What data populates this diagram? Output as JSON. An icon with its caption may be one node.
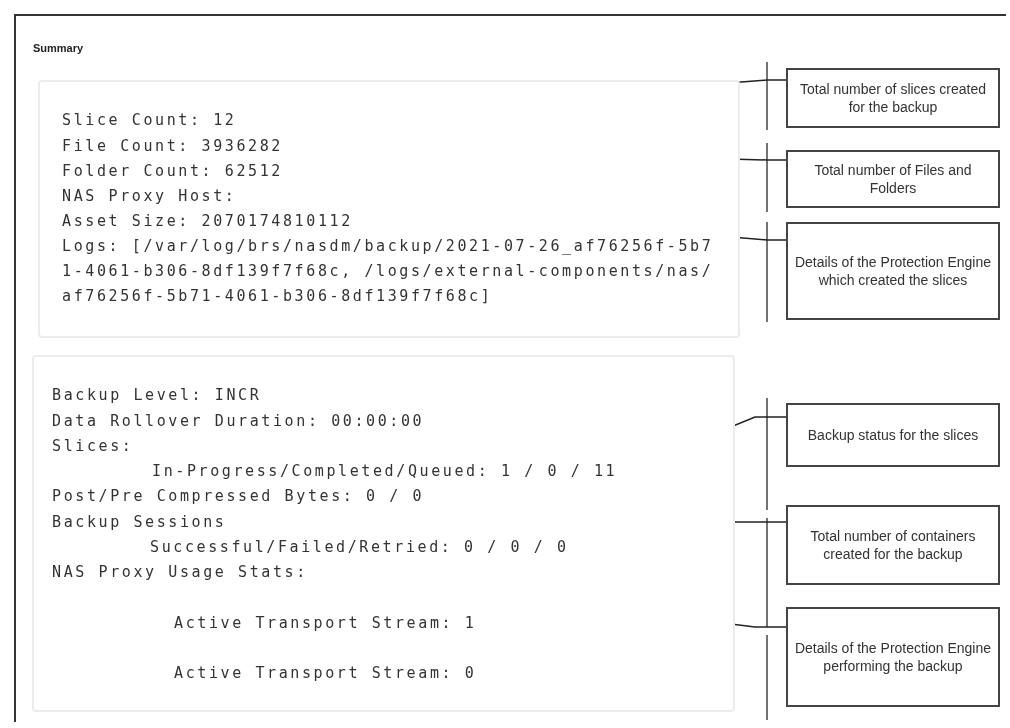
{
  "diagram": {
    "nodes": [
      {
        "text": [],
        "shape": "box"
      },
      {
        "text": [
          "Slice Count: 12"
        ],
        "in": 0
      },
      {
        "text": [
          "File Count: 3936282"
        ],
        "in": 0
      },
      {
        "text": [
          "Folder Count: 62512"
        ],
        "in": 0
      },
      {
        "text": [
          "NAS Proxy Host:"
        ],
        "in": 0
      },
      {
        "text": [
          "Asset Size: 2070174810112"
        ],
        "in": 0
      },
      {
        "text": [
          "Logs: [/var/log/brs/nasdm/backup/2021-07-26_af76256f-5b71-4061-b306-8df139f7f68c, /logs/external-components/nas/af76256f-5b71-4061-b306-8df139f7f68c]"
        ],
        "in": 0
      },
      {
        "text": [],
        "shape": "box"
      },
      {
        "text": [
          "Backup Level: INCR"
        ],
        "in": 7
      },
      {
        "text": [
          "Data Rollover Duration: 00:00:00"
        ],
        "in": 7
      },
      {
        "text": [
          "Slices:"
        ],
        "in": 7
      },
      {
        "text": [
          "In-Progress/Completed/Queued: 1 / 0 / 11"
        ],
        "in": 7
      },
      {
        "text": [
          "Post/Pre Compressed Bytes: 0 / 0"
        ],
        "in": 7
      },
      {
        "text": [
          "Backup Sessions"
        ],
        "in": 7
      },
      {
        "text": [
          "Successful/Failed/Retried: 0 / 0 / 0"
        ],
        "in": 7
      },
      {
        "text": [
          "NAS Proxy Usage Stats:"
        ],
        "in": 7
      },
      {
        "text": [
          "Active Transport Stream: 1"
        ],
        "in": 7
      },
      {
        "text": [
          "Active Transport Stream: 0"
        ],
        "in": 7
      },
      {
        "text": [
          "Total number of slices created for the backup"
        ]
      },
      {
        "text": [
          "Total number of Files and Folders"
        ]
      },
      {
        "text": [
          "Details of the Protection Engine which created the slices"
        ]
      },
      {
        "text": [
          "Backup status for the slices"
        ]
      },
      {
        "text": [
          "Total number of containers created for the backup"
        ]
      },
      {
        "text": [
          "Details of the Protection Engine performing the backup"
        ]
      }
    ],
    "edges": [
      {
        "from": 1,
        "to": 18,
        "arrow": "none"
      },
      {
        "from": 2,
        "to": 19,
        "arrow": "none"
      },
      {
        "from": 4,
        "to": 20,
        "arrow": "none"
      },
      {
        "from": 11,
        "to": 21,
        "arrow": "none"
      },
      {
        "from": 13,
        "to": 22,
        "arrow": "none"
      },
      {
        "from": 15,
        "to": 23,
        "arrow": "none"
      }
    ],
    "labels": [
      "Summary"
    ]
  }
}
